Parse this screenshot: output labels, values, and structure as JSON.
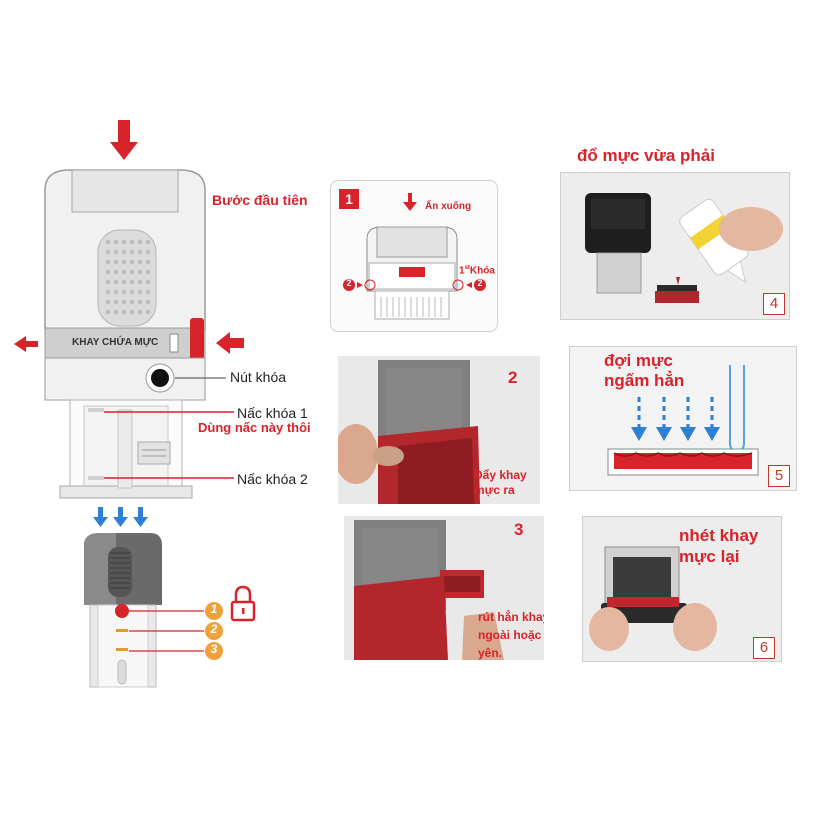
{
  "colors": {
    "accent_red": "#d8232a",
    "dark_text": "#222222",
    "panel_bg": "#f4f4f4"
  },
  "main_device": {
    "first_step_label": "Bước đầu tiên",
    "tray_label": "KHAY CHỨA MỰC",
    "lock_button_label": "Nút khóa",
    "lock_notch_1_label": "Nấc khóa 1",
    "use_notch_note": "Dùng nấc này thôi",
    "lock_notch_2_label": "Nấc khóa 2"
  },
  "lock_positions": {
    "numbers": [
      "1",
      "2",
      "3"
    ]
  },
  "step1": {
    "number": "1",
    "press_label": "Ấn xuống",
    "lock_prefix": "1",
    "lock_sup": "st",
    "lock_label": "Khóa",
    "side_num": "2"
  },
  "step2": {
    "number": "2",
    "caption": "Đẩy khay mực ra"
  },
  "step3": {
    "number": "3",
    "caption": "rút hẳn khay ra ngoài hoặc để yên."
  },
  "step4": {
    "number": "4",
    "caption": "đổ mực vừa phải"
  },
  "step5": {
    "number": "5",
    "caption": "đợi mực ngấm hẳn"
  },
  "step6": {
    "number": "6",
    "caption": "nhét khay mực lại"
  }
}
